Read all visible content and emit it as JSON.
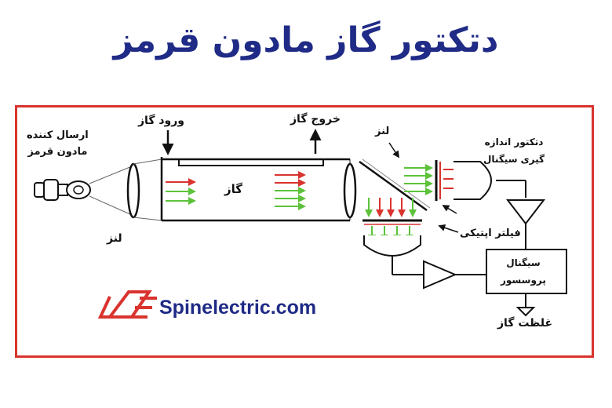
{
  "title": "دتکتور گاز مادون قرمز",
  "labels": {
    "ir_source": "ارسال کننده\nمادون قرمز",
    "gas_inlet": "ورود گاز",
    "gas_outlet": "خروج گاز",
    "lens_top": "لنز",
    "lens_left": "لنز",
    "gas": "گاز",
    "detector": "دتکتور اندازه\nگیری سیگنال",
    "optical_filter": "فیلتر اپتیکی",
    "processor": "سیگنال\nپروسسور",
    "gas_concentration": "غلظت گاز"
  },
  "brand": {
    "website": "Spinelectric.com",
    "logo_color": "#d9332e",
    "text_color": "#1f2b86"
  },
  "colors": {
    "frame": "#d9332e",
    "arrow_red": "#d9332e",
    "arrow_green": "#5cc23a",
    "title": "#1f2b86"
  }
}
